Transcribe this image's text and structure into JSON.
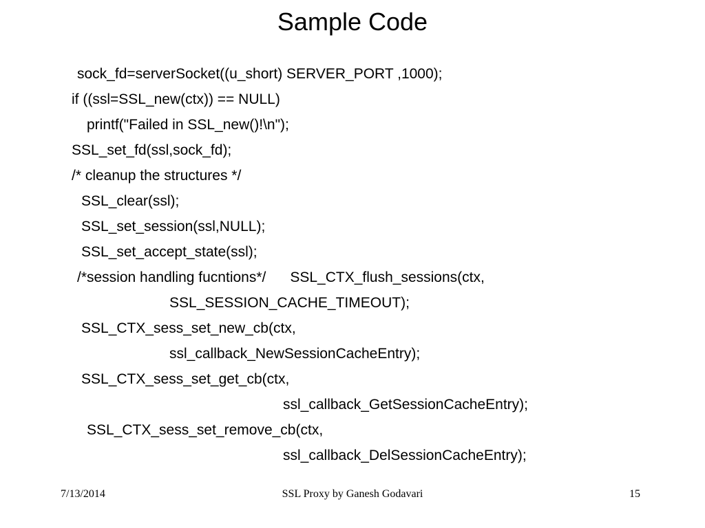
{
  "title": "Sample Code",
  "code": [
    "sock_fd=serverSocket((u_short) SERVER_PORT ,1000);",
    "if ((ssl=SSL_new(ctx)) == NULL)",
    "printf(\"Failed in SSL_new()!\\n\");",
    "SSL_set_fd(ssl,sock_fd);",
    "/* cleanup the structures */",
    "SSL_clear(ssl);",
    "SSL_set_session(ssl,NULL);",
    "SSL_set_accept_state(ssl);",
    "/*session handling fucntions*/      SSL_CTX_flush_sessions(ctx,",
    "SSL_SESSION_CACHE_TIMEOUT);",
    "SSL_CTX_sess_set_new_cb(ctx,",
    "ssl_callback_NewSessionCacheEntry);",
    "SSL_CTX_sess_set_get_cb(ctx,",
    "ssl_callback_GetSessionCacheEntry);",
    "SSL_CTX_sess_set_remove_cb(ctx,",
    "ssl_callback_DelSessionCacheEntry);"
  ],
  "footer": {
    "date": "7/13/2014",
    "center": "SSL Proxy by Ganesh Godavari",
    "page": "15"
  }
}
